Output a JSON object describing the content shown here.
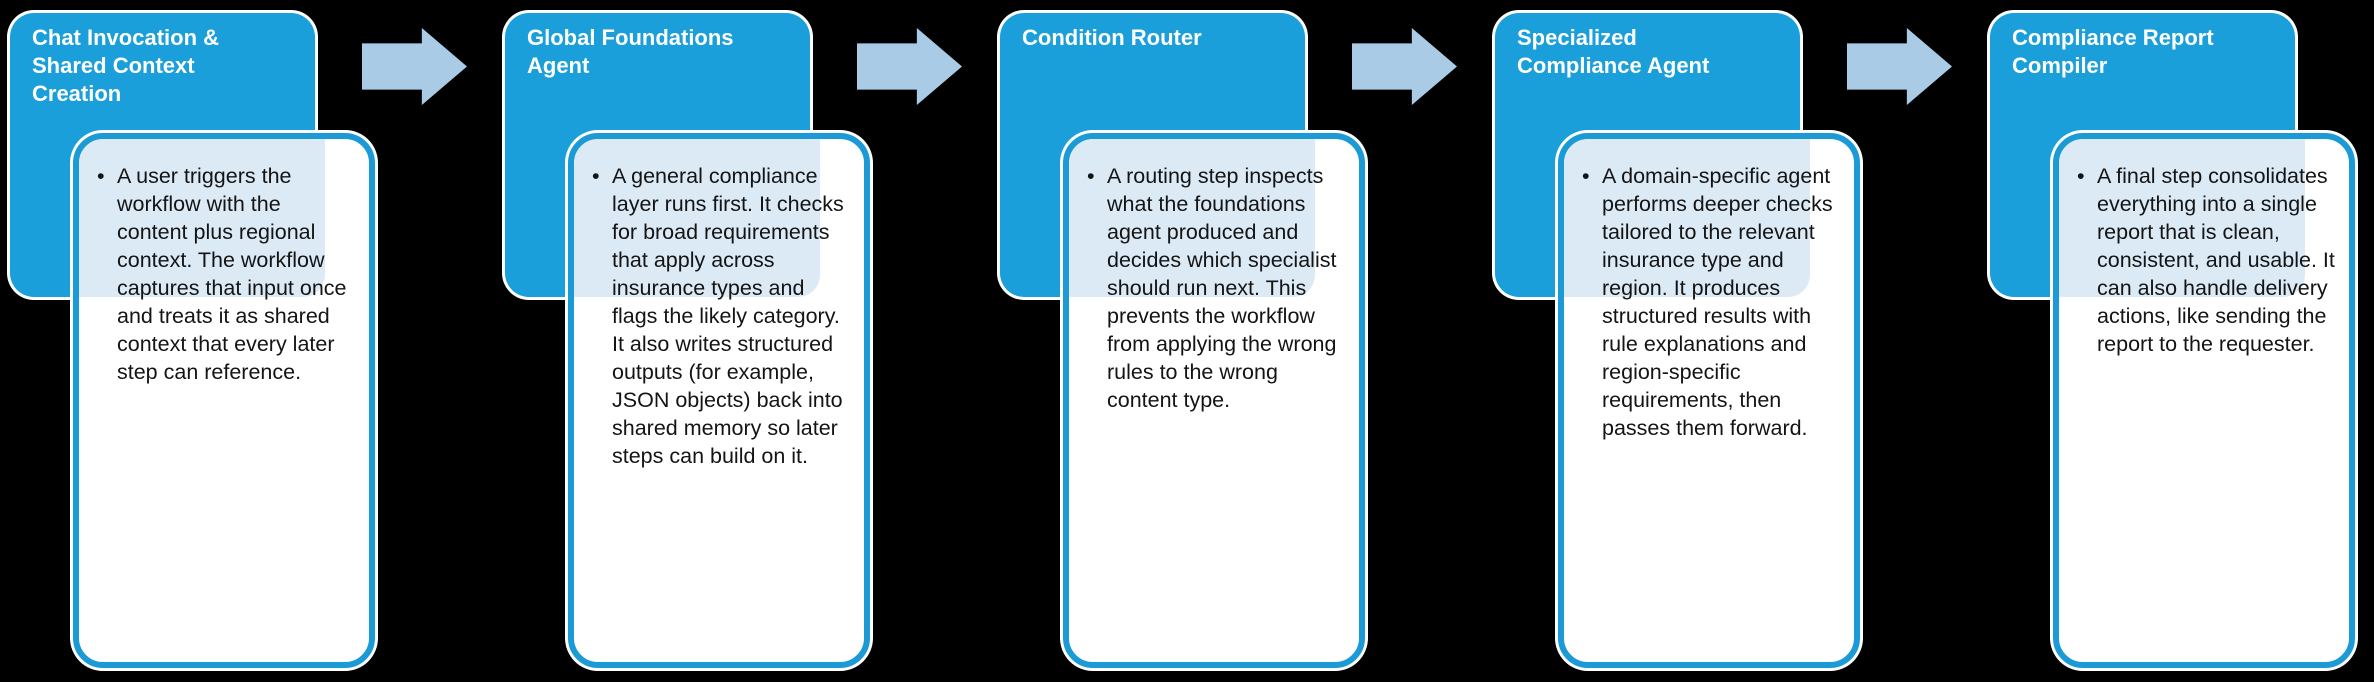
{
  "diagram": {
    "type": "process-flow",
    "background_color": "#000000",
    "accent_color": "#1A9FDA",
    "card_border_color": "#1B9AD6",
    "overlap_tint_color": "#DCEAF6",
    "arrow_color": "#A9CBE5",
    "bullet_char": "•",
    "steps": [
      {
        "title": "Chat Invocation & Shared Context Creation",
        "description": "A user triggers the workflow with the content plus regional context. The workflow captures that input once and treats it as shared context that every later step can reference."
      },
      {
        "title": "Global Foundations Agent",
        "description": "A general compliance layer runs first. It checks for broad requirements that apply across insurance types and flags the likely category. It also writes structured outputs (for example, JSON objects) back into shared memory so later steps can build on it."
      },
      {
        "title": "Condition Router",
        "description": "A routing step inspects what the foundations agent produced and decides which specialist should run next. This prevents the workflow from applying the wrong rules to the wrong content type."
      },
      {
        "title": "Specialized Compliance Agent",
        "description": "A domain-specific agent performs deeper checks tailored to the relevant insurance type and region. It produces structured results with rule explanations and region-specific requirements, then passes them forward."
      },
      {
        "title": "Compliance Report Compiler",
        "description": "A final step consolidates everything into a single report that is clean, consistent, and usable. It can also handle delivery actions, like sending the report to the requester."
      }
    ]
  }
}
